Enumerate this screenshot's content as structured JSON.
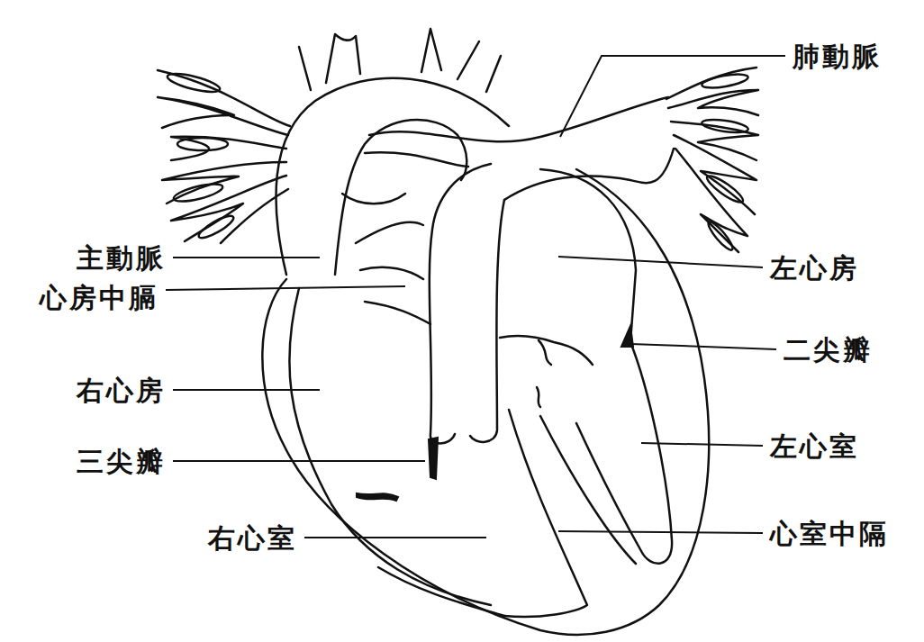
{
  "diagram": {
    "labels": [
      "肺動脈",
      "主動脈",
      "左心房",
      "心房中膈",
      "二尖瓣",
      "右心房",
      "左心室",
      "三尖瓣",
      "右心室",
      "心室中隔"
    ]
  }
}
